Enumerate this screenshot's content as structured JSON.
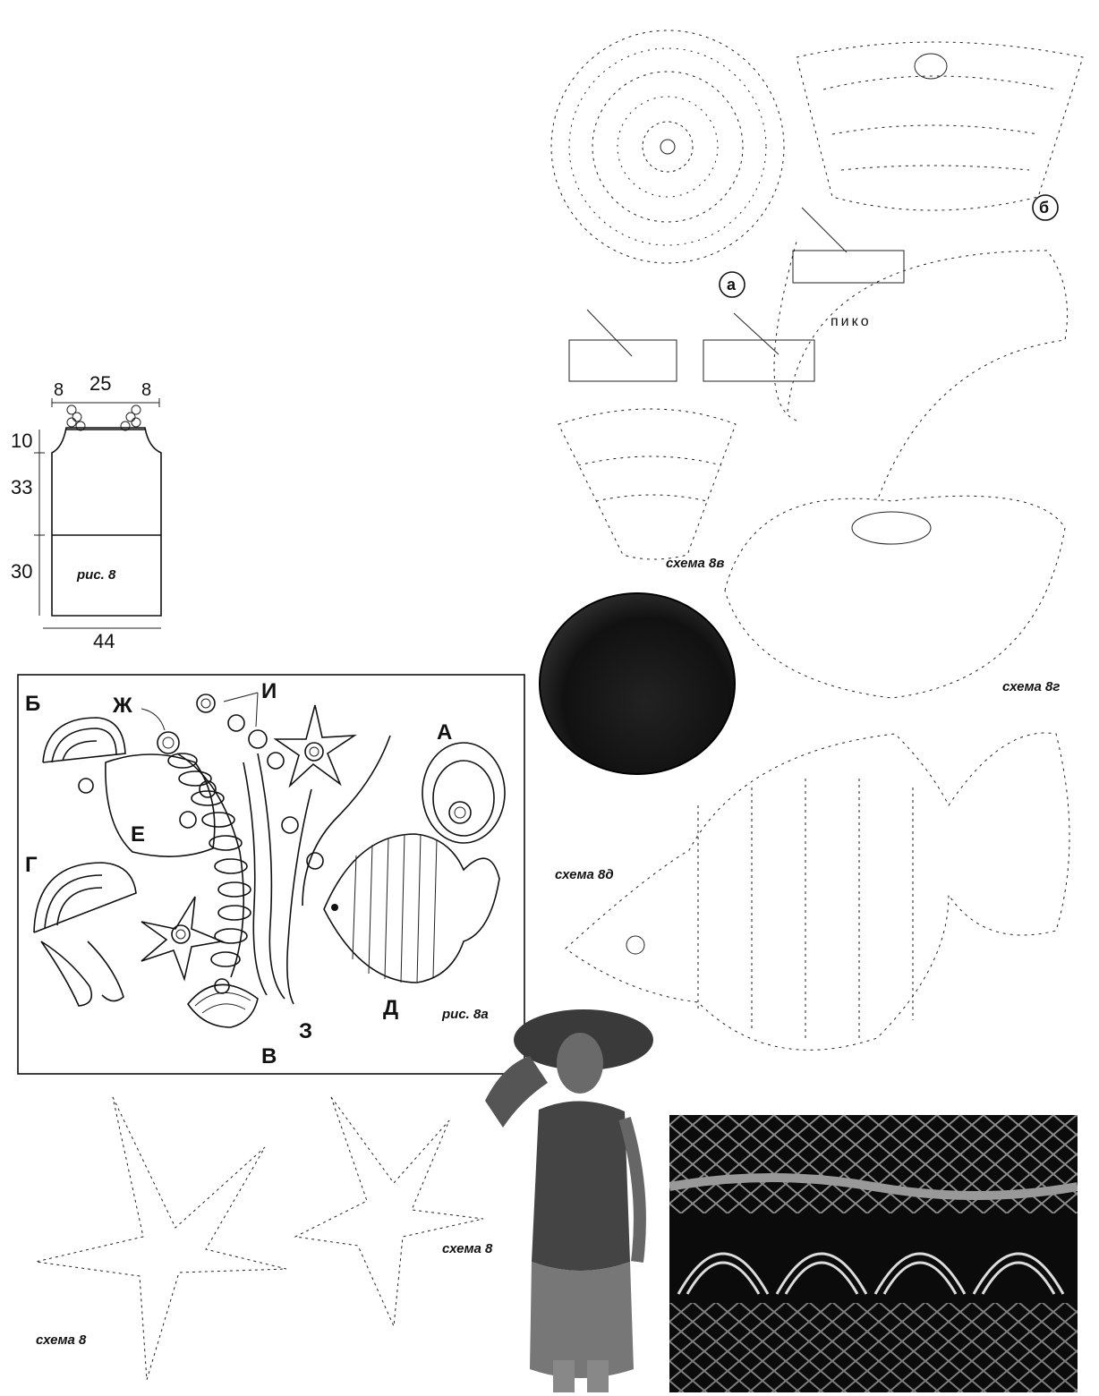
{
  "size_chart": {
    "top_left": "8",
    "top_mid": "25",
    "top_right": "8",
    "h1": "10",
    "h2": "33",
    "h3": "30",
    "width_bottom": "44",
    "caption": "рис. 8"
  },
  "layout_chart": {
    "caption": "рис. 8а",
    "labels": {
      "a": "А",
      "b": "Б",
      "v": "В",
      "g": "Г",
      "d": "Д",
      "e": "Е",
      "zh": "Ж",
      "z": "З",
      "i": "И"
    }
  },
  "schemes": {
    "a_label": "а",
    "b_label": "б",
    "piko": "пико",
    "s8v": "схема 8в",
    "s8g": "схема 8г",
    "s8d": "схема 8д",
    "s8_left": "схема 8",
    "s8_mid": "схема 8"
  },
  "photos": {
    "closeup": "detail-closeup",
    "model": "model-photo",
    "lace": "lace-closeup"
  }
}
